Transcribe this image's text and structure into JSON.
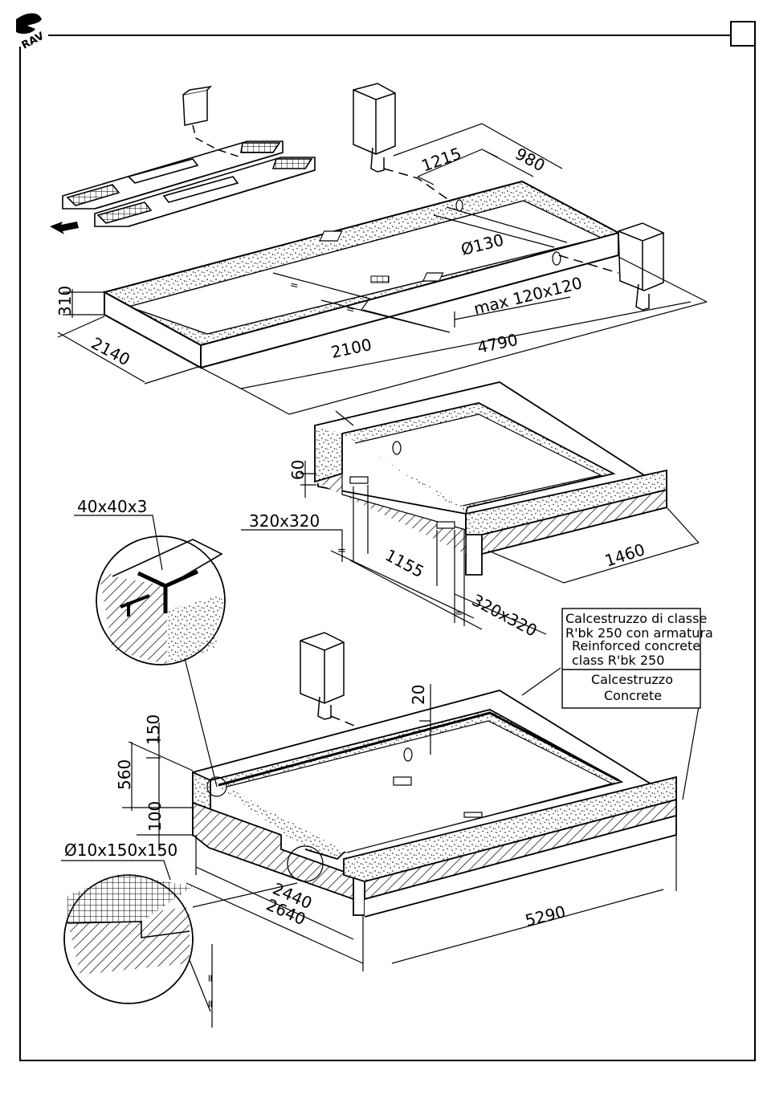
{
  "logo": {
    "text": "RAV"
  },
  "dims": {
    "d980": "980",
    "d1215": "1215",
    "d130": "Ø130",
    "dmax": "max 120x120",
    "d310": "310",
    "d2140": "2140",
    "d2100": "2100",
    "d4790": "4790",
    "d60": "60",
    "d320a": "320x320",
    "d1155": "1155",
    "d1460": "1460",
    "d320b": "320x320",
    "d40": "40x40x3",
    "d20": "20",
    "d150": "150",
    "d560": "560",
    "d100": "100",
    "d10": "Ø10x150x150",
    "d2440": "2440",
    "d2640": "2640",
    "d5290": "5290"
  },
  "eq": "=",
  "legend": {
    "it1": "Calcestruzzo di classe",
    "it2": "R'bk 250 con armatura",
    "en1": "Reinforced concrete",
    "en2": "class R'bk 250",
    "it3": "Calcestruzzo",
    "en3": "Concrete"
  }
}
